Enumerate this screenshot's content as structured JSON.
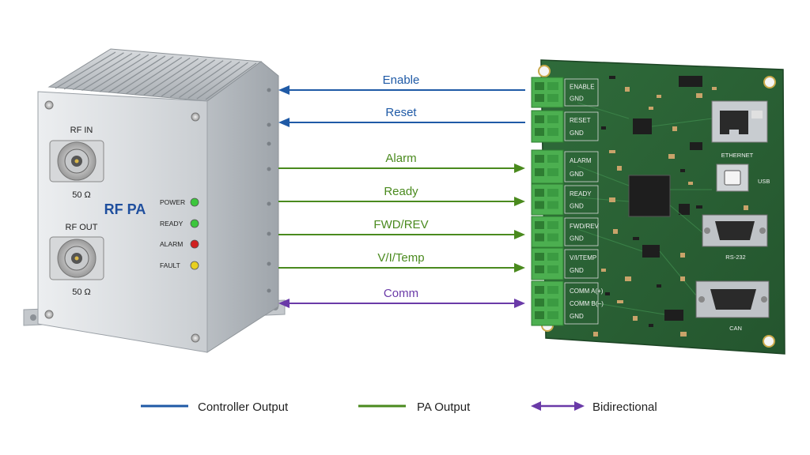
{
  "pa": {
    "rf_in_label": "RF IN",
    "rf_out_label": "RF OUT",
    "rf_in_impedance": "50 Ω",
    "rf_out_impedance": "50 Ω",
    "title": "RF PA",
    "leds": [
      {
        "label": "POWER",
        "color": "#3cc63c"
      },
      {
        "label": "READY",
        "color": "#3cc63c"
      },
      {
        "label": "ALARM",
        "color": "#d02020"
      },
      {
        "label": "FAULT",
        "color": "#e8d020"
      }
    ]
  },
  "signals": [
    {
      "label": "Enable",
      "kind": "controller",
      "color": "#1f5aa6"
    },
    {
      "label": "Reset",
      "kind": "controller",
      "color": "#1f5aa6"
    },
    {
      "label": "Alarm",
      "kind": "pa",
      "color": "#4a8a1e"
    },
    {
      "label": "Ready",
      "kind": "pa",
      "color": "#4a8a1e"
    },
    {
      "label": "FWD/REV",
      "kind": "pa",
      "color": "#4a8a1e"
    },
    {
      "label": "V/I/Temp",
      "kind": "pa",
      "color": "#4a8a1e"
    },
    {
      "label": "Comm",
      "kind": "bidirectional",
      "color": "#6a3aa8"
    }
  ],
  "terminals": [
    {
      "line1": "ENABLE",
      "line2": "GND"
    },
    {
      "line1": "RESET",
      "line2": "GND"
    },
    {
      "line1": "ALARM",
      "line2": "GND"
    },
    {
      "line1": "READY",
      "line2": "GND"
    },
    {
      "line1": "FWD/REV",
      "line2": "GND"
    },
    {
      "line1": "V/I/TEMP",
      "line2": "GND"
    },
    {
      "line1": "COMM A(+)",
      "line2": "COMM B(−)",
      "line3": "GND"
    }
  ],
  "board_ports": {
    "ethernet": "ETHERNET",
    "usb": "USB",
    "rs232": "RS-232",
    "can": "CAN"
  },
  "legend": {
    "controller_output": "Controller Output",
    "pa_output": "PA Output",
    "bidirectional": "Bidirectional",
    "controller_color": "#1f5aa6",
    "pa_color": "#4a8a1e",
    "bidi_color": "#6a3aa8"
  }
}
